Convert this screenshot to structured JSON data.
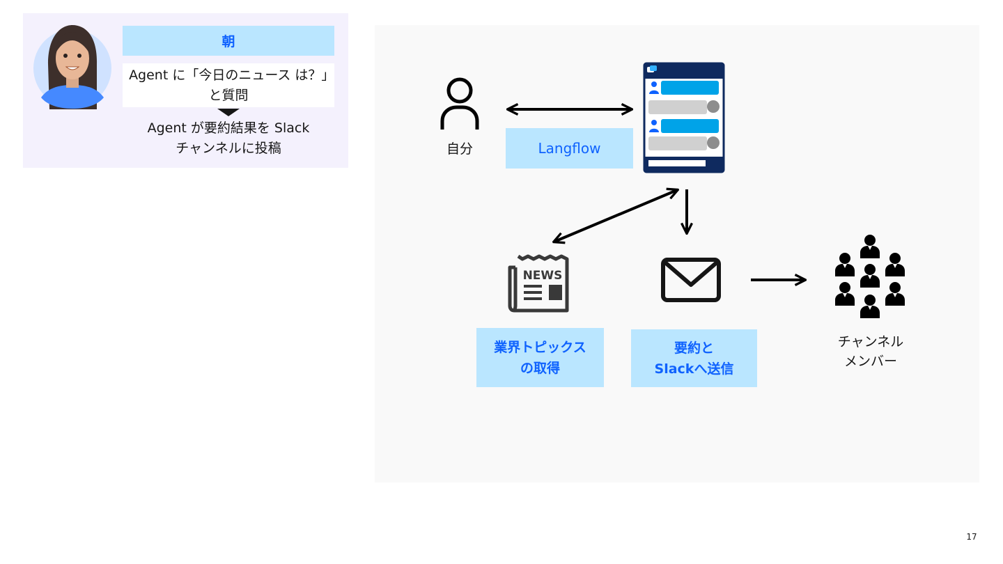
{
  "scenario": {
    "time": "朝",
    "question": "Agent に「今日のニュース は？」と質問",
    "result_line1": "Agent が要約結果を Slack",
    "result_line2": "チャンネルに投稿"
  },
  "diagram": {
    "self_label": "自分",
    "langflow_label": "Langflow",
    "topics_label_line1": "業界トピックス",
    "topics_label_line2": "の取得",
    "summary_label_line1": "要約と",
    "summary_label_line2": "Slackへ送信",
    "members_label_line1": "チャンネル",
    "members_label_line2": "メンバー",
    "news_icon_text": "NEWS"
  },
  "page_number": "17",
  "colors": {
    "label_bg": "#bae6ff",
    "label_text": "#0f62fe",
    "card_bg": "#f4f1fd",
    "panel_bg": "#f9f9f9",
    "chat_frame": "#0f2a5f",
    "chat_bubble": "#00a3e8"
  },
  "icons": [
    "woman-avatar-icon",
    "person-icon",
    "chat-window-icon",
    "newspaper-icon",
    "mail-icon",
    "group-icon",
    "arrow-icon"
  ]
}
